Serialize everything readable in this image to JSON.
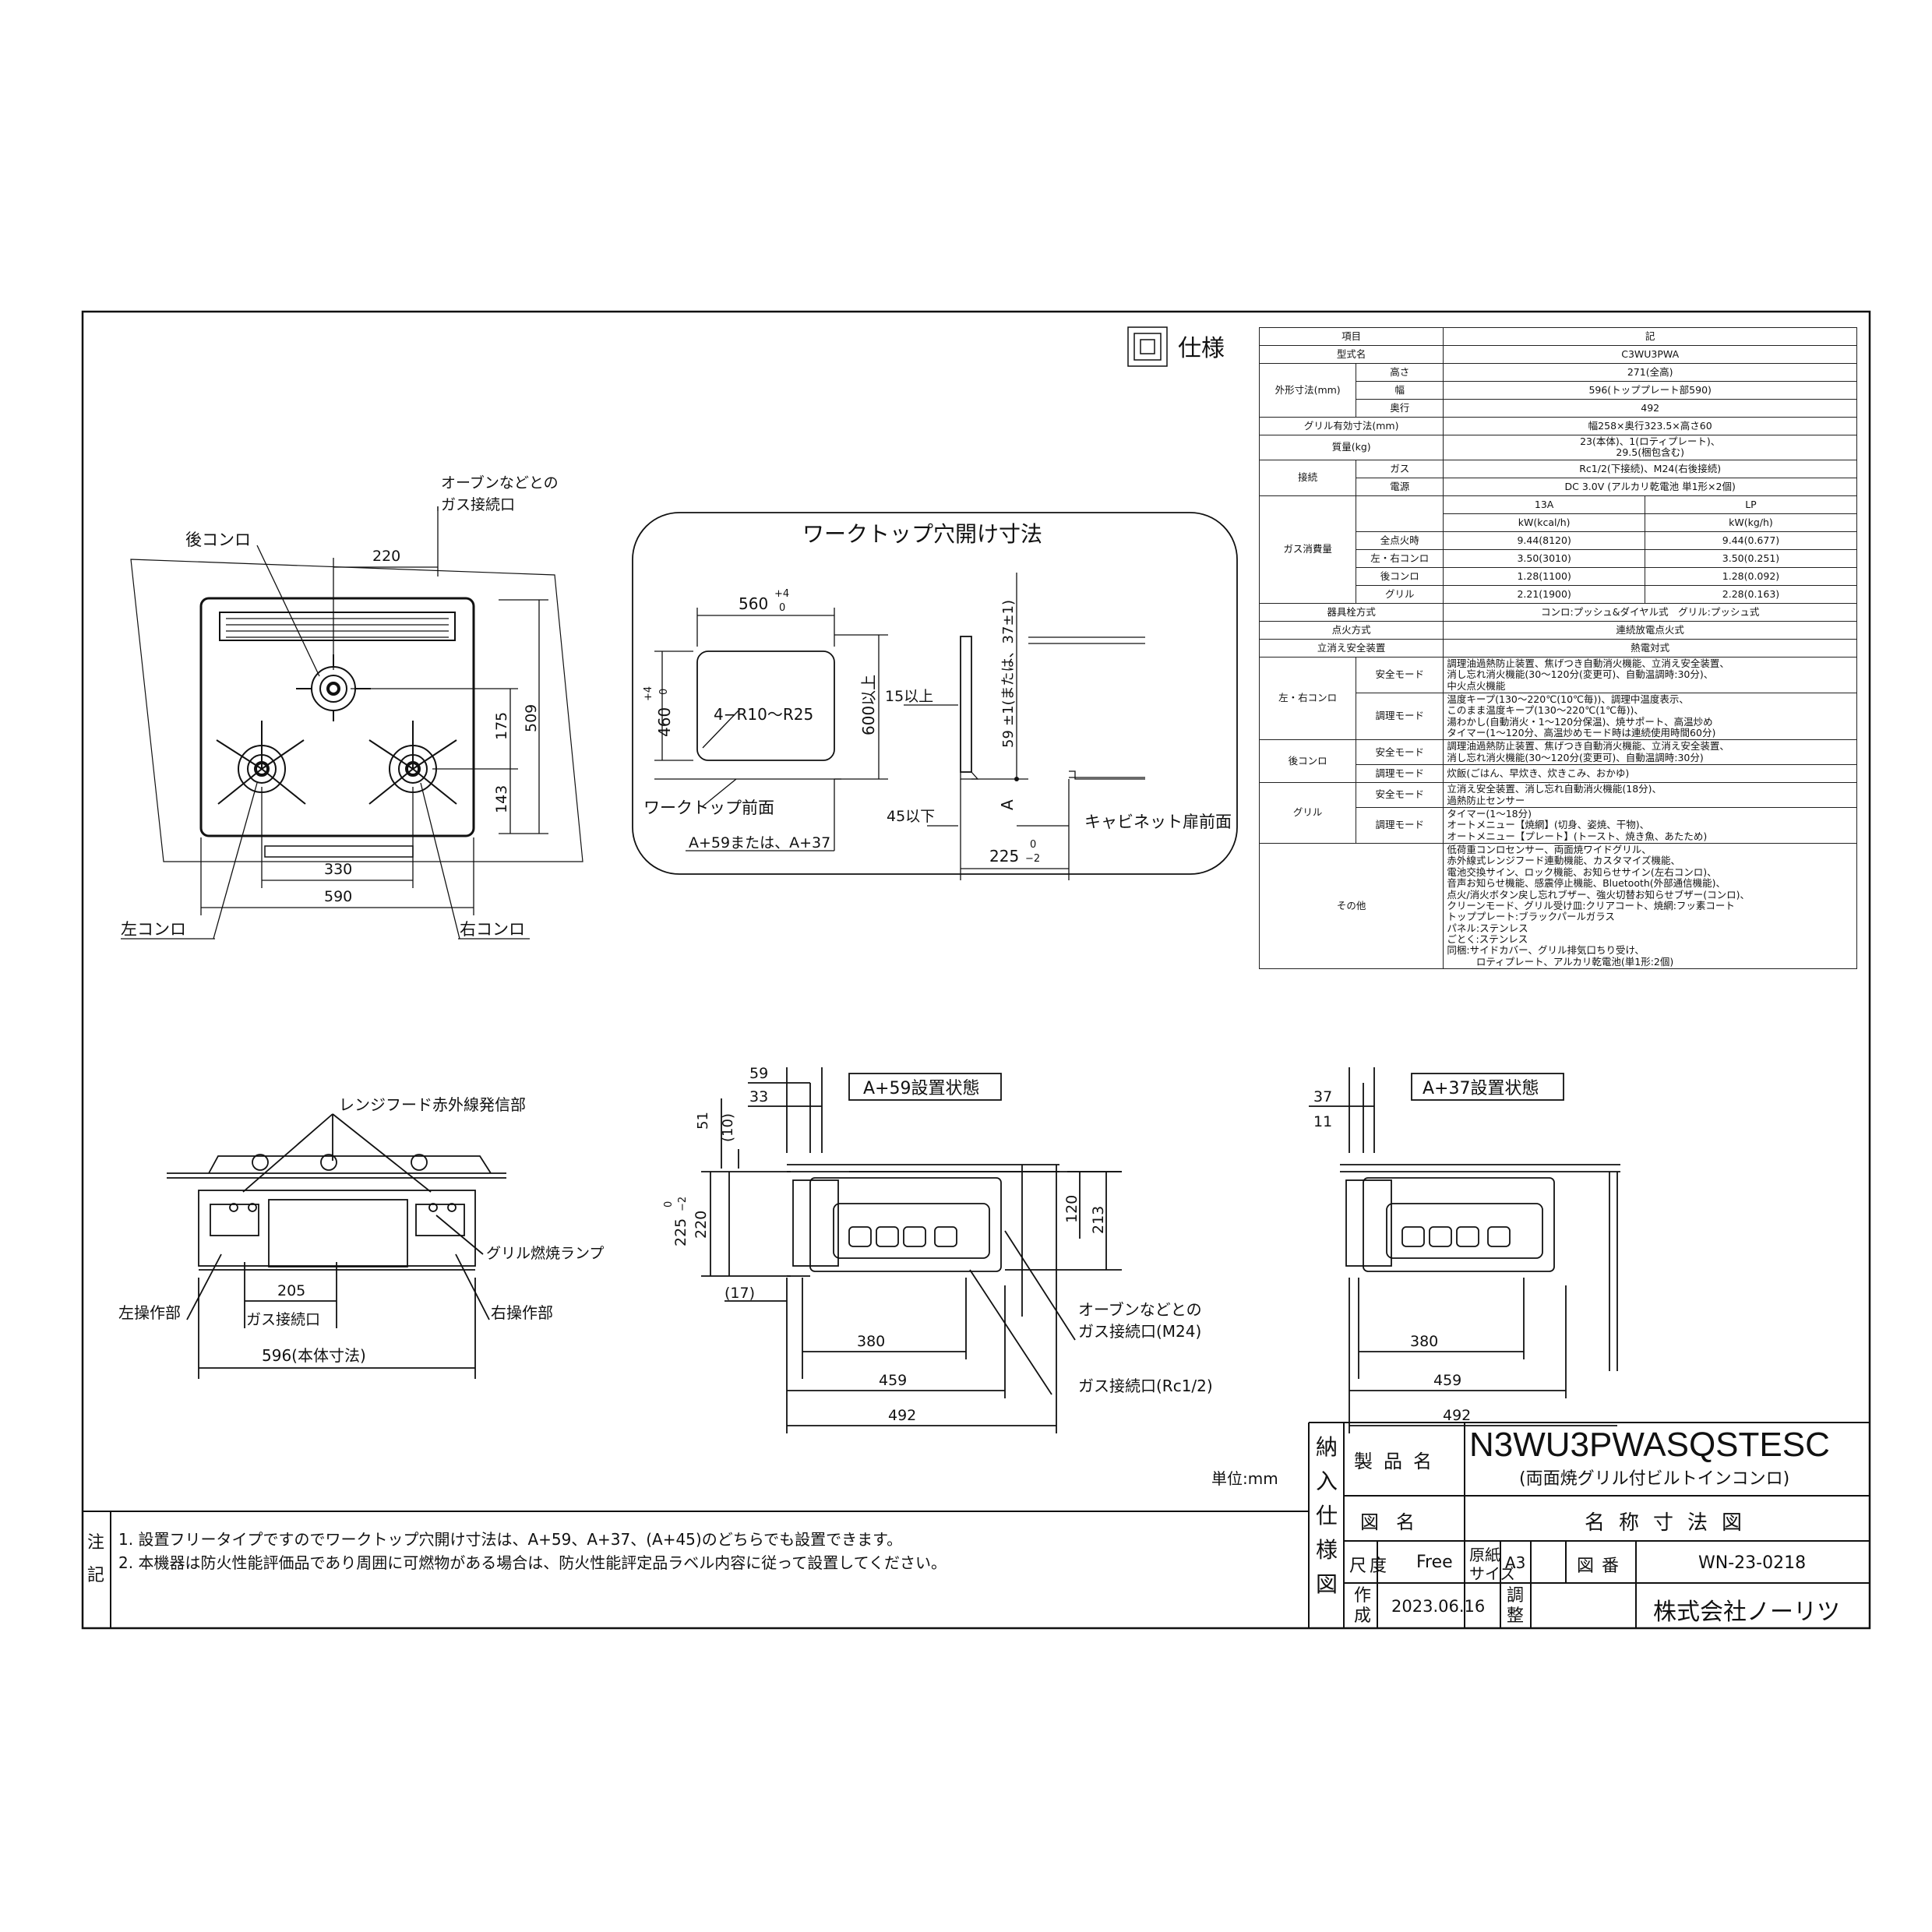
{
  "spec": {
    "heading": "仕様",
    "header": {
      "item": "項目",
      "desc": "記"
    },
    "rows": [
      {
        "label": "型式名",
        "value": "C3WU3PWA"
      },
      {
        "label": "外形寸法(mm)",
        "sub": [
          {
            "label": "高さ",
            "value": "271(全高)"
          },
          {
            "label": "幅",
            "value": "596(トッププレート部590)"
          },
          {
            "label": "奥行",
            "value": "492"
          }
        ]
      },
      {
        "label": "グリル有効寸法(mm)",
        "value": "幅258×奥行323.5×高さ60"
      },
      {
        "label": "質量(kg)",
        "value": "23(本体)、1(ロティプレート)、\n29.5(梱包含む)"
      },
      {
        "label": "接続",
        "sub": [
          {
            "label": "ガス",
            "value": "Rc1/2(下接続)、M24(右後接続)"
          },
          {
            "label": "電源",
            "value": "DC 3.0V (アルカリ乾電池 単1形×2個)"
          }
        ]
      },
      {
        "label": "ガス消費量",
        "gas_cols": [
          "13A",
          "LP"
        ],
        "units": [
          "kW(kcal/h)",
          "kW(kg/h)"
        ],
        "sub": [
          {
            "label": "全点火時",
            "v13": "9.44(8120)",
            "vlp": "9.44(0.677)"
          },
          {
            "label": "左・右コンロ",
            "v13": "3.50(3010)",
            "vlp": "3.50(0.251)"
          },
          {
            "label": "後コンロ",
            "v13": "1.28(1100)",
            "vlp": "1.28(0.092)"
          },
          {
            "label": "グリル",
            "v13": "2.21(1900)",
            "vlp": "2.28(0.163)"
          }
        ]
      },
      {
        "label": "器具栓方式",
        "value": "コンロ:プッシュ&ダイヤル式　グリル:プッシュ式"
      },
      {
        "label": "点火方式",
        "value": "連続放電点火式"
      },
      {
        "label": "立消え安全装置",
        "value": "熱電対式"
      },
      {
        "label": "左・右コンロ",
        "sub": [
          {
            "label": "安全モード",
            "value": "調理油過熱防止装置、焦げつき自動消火機能、立消え安全装置、\n消し忘れ消火機能(30〜120分(変更可)、自動温調時:30分)、\n中火点火機能"
          },
          {
            "label": "調理モード",
            "value": "温度キープ(130〜220℃(10℃毎))、調理中温度表示、\nこのまま温度キープ(130〜220℃(1℃毎))、\n湯わかし(自動消火・1〜120分保温)、焼サポート、高温炒め\nタイマー(1〜120分、高温炒めモード時は連続使用時間60分)"
          }
        ]
      },
      {
        "label": "後コンロ",
        "sub": [
          {
            "label": "安全モード",
            "value": "調理油過熱防止装置、焦げつき自動消火機能、立消え安全装置、\n消し忘れ消火機能(30〜120分(変更可)、自動温調時:30分)"
          },
          {
            "label": "調理モード",
            "value": "炊飯(ごはん、早炊き、炊きこみ、おかゆ)"
          }
        ]
      },
      {
        "label": "グリル",
        "sub": [
          {
            "label": "安全モード",
            "value": "立消え安全装置、消し忘れ自動消火機能(18分)、\n過熱防止センサー"
          },
          {
            "label": "調理モード",
            "value": "タイマー(1〜18分)\nオートメニュー【焼網】(切身、姿焼、干物)、\nオートメニュー【プレート】(トースト、焼き魚、あたため)"
          }
        ]
      },
      {
        "label": "その他",
        "value": "低荷重コンロセンサー、両面焼ワイドグリル、\n赤外線式レンジフード連動機能、カスタマイズ機能、\n電池交換サイン、ロック機能、お知らせサイン(左右コンロ)、\n音声お知らせ機能、感震停止機能、Bluetooth(外部通信機能)、\n点火/消火ボタン戻し忘れブザー、強火切替お知らせブザー(コンロ)、\nクリーンモード、グリル受け皿:クリアコート、焼網:フッ素コート\nトッププレート:ブラックパールガラス\nパネル:ステンレス\nごとく:ステンレス\n同梱:サイドカバー、グリル排気口ちり受け、\n　　　ロティプレート、アルカリ乾電池(単1形:2個)"
      }
    ]
  },
  "top_view": {
    "label_rear": "後コンロ",
    "label_oven1": "オーブンなどとの",
    "label_oven2": "ガス接続口",
    "dim_220": "220",
    "dim_175": "175",
    "dim_509": "509",
    "dim_143": "143",
    "dim_330": "330",
    "dim_590": "590",
    "label_left": "左コンロ",
    "label_right": "右コンロ"
  },
  "cutout": {
    "title": "ワークトップ穴開け寸法",
    "dim_560": "560",
    "tol_560_up": "+4",
    "tol_560_dn": "0",
    "dim_460": "460",
    "tol_460_up": "+4",
    "tol_460_dn": "0",
    "radius": "4−R10〜R25",
    "dim_600": "600以上",
    "front": "ワークトップ前面",
    "a_value": "A+59または、A+37",
    "dim_15": "15以上",
    "dim_59": "59",
    "dim_59_rest": "±1(または、37±1)",
    "dim_45": "45以下",
    "label_a": "A",
    "cabinet": "キャビネット扉前面",
    "dim_225": "225",
    "tol_225_up": "0",
    "tol_225_dn": "−2"
  },
  "front_view": {
    "ir_label": "レンジフード赤外線発信部",
    "grill_lamp": "グリル燃焼ランプ",
    "left_op": "左操作部",
    "right_op": "右操作部",
    "dim_205": "205",
    "gas_conn": "ガス接続口",
    "body_dim": "596(本体寸法)"
  },
  "side59": {
    "title": "A+59設置状態",
    "dim_59": "59",
    "dim_33": "33",
    "dim_51": "51",
    "dim_10": "(10)",
    "dim_225": "225",
    "tol_up": "0",
    "tol_dn": "−2",
    "dim_220": "220",
    "dim_120": "120",
    "dim_213": "213",
    "dim_17": "(17)",
    "dim_380": "380",
    "dim_459": "459",
    "dim_492": "492",
    "oven1": "オーブンなどとの",
    "oven2": "ガス接続口(M24)",
    "gas_rc": "ガス接続口(Rc1/2)"
  },
  "side37": {
    "title": "A+37設置状態",
    "dim_37": "37",
    "dim_11": "11",
    "dim_380": "380",
    "dim_459": "459",
    "dim_492": "492"
  },
  "unit": "単位:mm",
  "notes": {
    "label": "注記",
    "line1": "1. 設置フリータイプですのでワークトップ穴開け寸法は、A+59、A+37、(A+45)のどちらでも設置できます。",
    "line2": "2. 本機器は防火性能評価品であり周囲に可燃物がある場合は、防火性能評定品ラベル内容に従って設置してください。"
  },
  "title_block": {
    "side_label": "納入仕様図",
    "product_label": "製品名",
    "product": "N3WU3PWASQSTESC",
    "product_sub": "(両面焼グリル付ビルトインコンロ)",
    "drawing_label": "図名",
    "drawing": "名称寸法図",
    "scale_label": "尺度",
    "scale": "Free",
    "paper_label1": "原紙",
    "paper_label2": "サイズ",
    "paper": "A3",
    "number_label": "図番",
    "number": "WN-23-0218",
    "made_label": "作成",
    "date": "2023.06.16",
    "check_label": "調整",
    "company": "株式会社ノーリツ"
  }
}
